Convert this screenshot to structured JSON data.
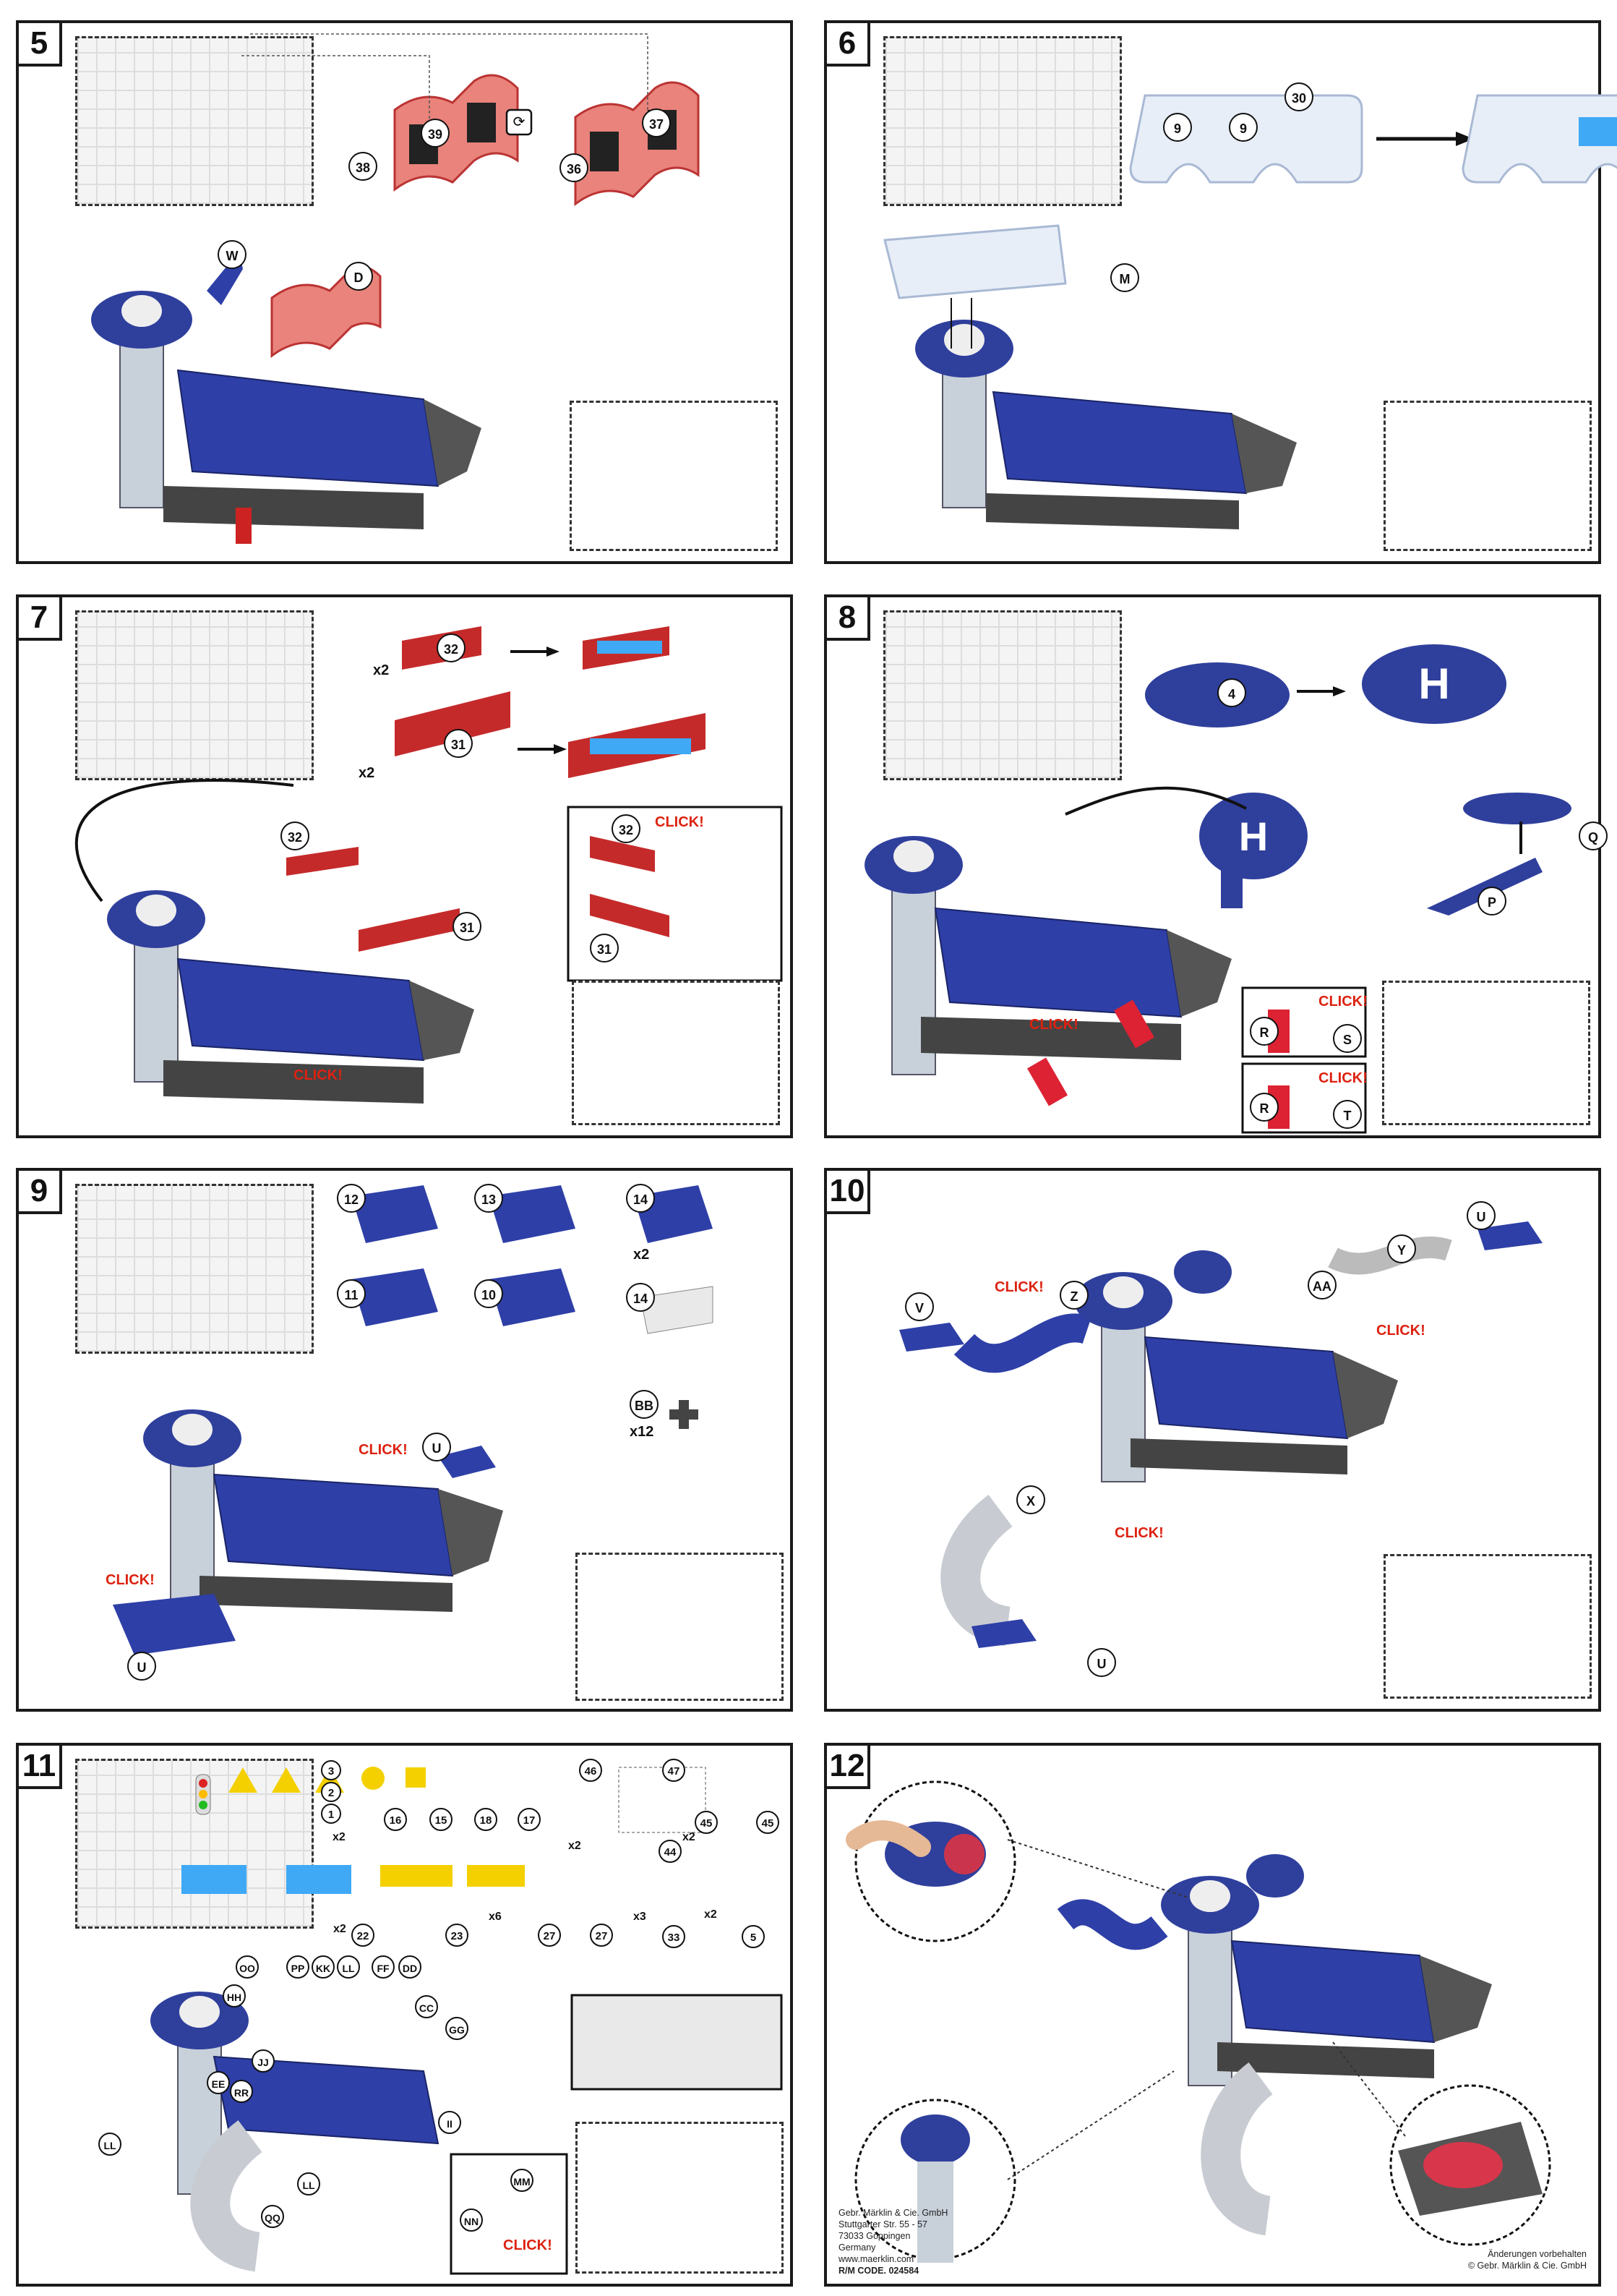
{
  "steps": [
    "5",
    "6",
    "7",
    "8",
    "9",
    "10",
    "11",
    "12"
  ],
  "step5": {
    "labels": [
      "39",
      "37",
      "38",
      "36",
      "W",
      "D"
    ]
  },
  "step6": {
    "labels": [
      "30",
      "9",
      "9",
      "M"
    ]
  },
  "step7": {
    "labels": [
      "32",
      "31",
      "32",
      "31",
      "32",
      "31"
    ],
    "mult": [
      "x2",
      "x2"
    ],
    "click": "CLICK!"
  },
  "step8": {
    "labels": [
      "4",
      "Q",
      "P",
      "R",
      "S",
      "R",
      "T"
    ],
    "click": "CLICK!"
  },
  "step9": {
    "labels": [
      "12",
      "13",
      "14",
      "11",
      "10",
      "14",
      "BB",
      "U",
      "U"
    ],
    "mult": [
      "x2",
      "x12"
    ],
    "click": "CLICK!"
  },
  "step10": {
    "labels": [
      "U",
      "Y",
      "AA",
      "V",
      "Z",
      "X",
      "U"
    ],
    "click": "CLICK!"
  },
  "step11": {
    "labels": [
      "3",
      "2",
      "1",
      "16",
      "15",
      "18",
      "17",
      "46",
      "47",
      "45",
      "45",
      "44",
      "22",
      "23",
      "27",
      "27",
      "33",
      "5",
      "OO",
      "PP",
      "KK",
      "LL",
      "FF",
      "DD",
      "HH",
      "CC",
      "GG",
      "JJ",
      "EE",
      "RR",
      "LL",
      "II",
      "LL",
      "QQ",
      "MM",
      "NN"
    ],
    "mult": [
      "x2",
      "x2",
      "x2",
      "x2",
      "x6",
      "x3",
      "x2"
    ],
    "click": "CLICK!"
  },
  "footer": {
    "company": "Gebr. Märklin & Cie. GmbH",
    "street": "Stuttgarter Str. 55 - 57",
    "city": "73033 Göppingen",
    "country": "Germany",
    "web": "www.maerklin.com",
    "code": "R/M CODE. 024584",
    "rights1": "Änderungen vorbehalten",
    "rights2": "© Gebr. Märklin & Cie. GmbH"
  }
}
